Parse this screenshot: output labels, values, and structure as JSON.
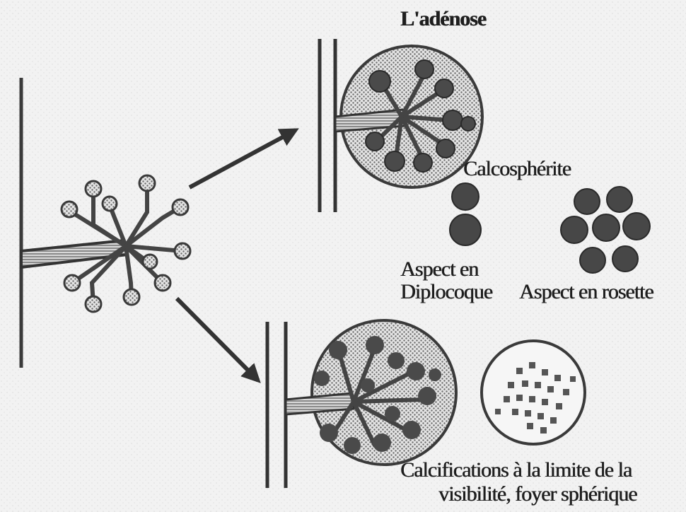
{
  "diagram": {
    "title": "L'adénose",
    "labels": {
      "calcospherite": "Calcosphérite",
      "diplococcus_line1": "Aspect en",
      "diplococcus_line2": "Diplocoque",
      "rosette": "Aspect en rosette",
      "calcifications_line1": "Calcifications à la limite de la",
      "calcifications_line2": "visibilité, foyer sphérique"
    }
  }
}
